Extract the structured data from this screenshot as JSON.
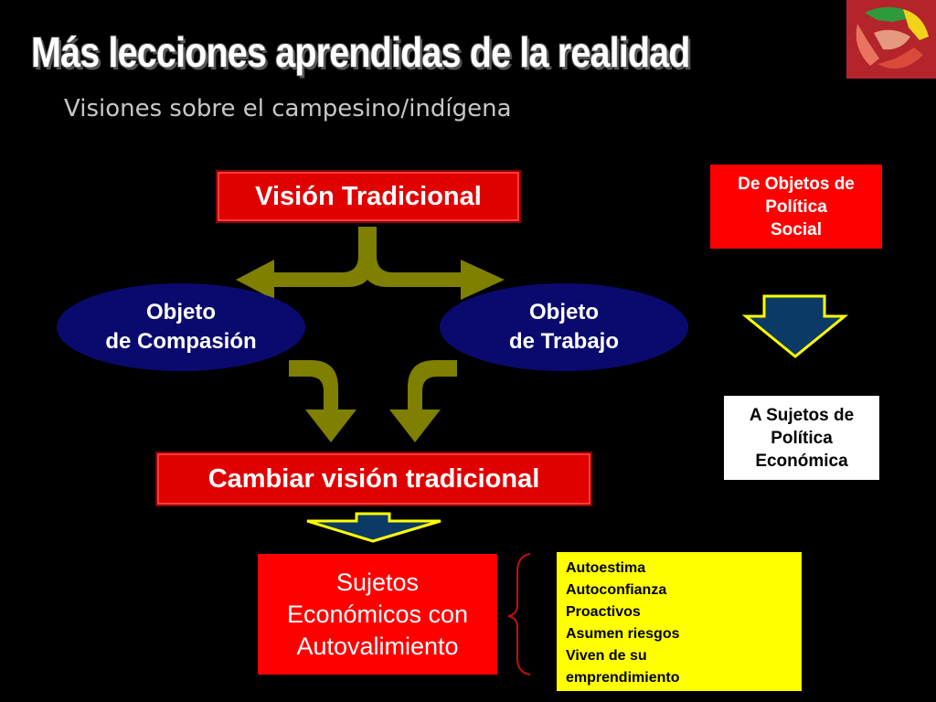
{
  "slide": {
    "title": "Más lecciones aprendidas de la realidad",
    "subtitle": "Visiones sobre el campesino/indígena"
  },
  "diagram": {
    "vision_tradicional": "Visión Tradicional",
    "objeto_compasion": [
      "Objeto",
      "de Compasión"
    ],
    "objeto_trabajo": [
      "Objeto",
      "de Trabajo"
    ],
    "cambiar_vision": "Cambiar visión tradicional",
    "sujetos_economicos": [
      "Sujetos",
      "Económicos con",
      "Autovalimiento"
    ],
    "attributes": [
      "Autoestima",
      "Autoconfianza",
      "Proactivos",
      "Asumen riesgos",
      "Viven de su",
      "emprendimiento"
    ],
    "de_objetos": [
      "De Objetos de",
      "Política",
      "Social"
    ],
    "a_sujetos": [
      "A Sujetos de",
      "Política",
      "Económica"
    ]
  },
  "colors": {
    "arrow_olive": "#7f7f00",
    "arrow_blue": "#0b3a66",
    "arrow_yellow_outline": "#ffff00",
    "box_red": "#ff0000",
    "ellipse_navy": "#0a0a6e",
    "brace_red": "#c01010"
  },
  "icons": {
    "logo": "hands-logo-icon"
  }
}
